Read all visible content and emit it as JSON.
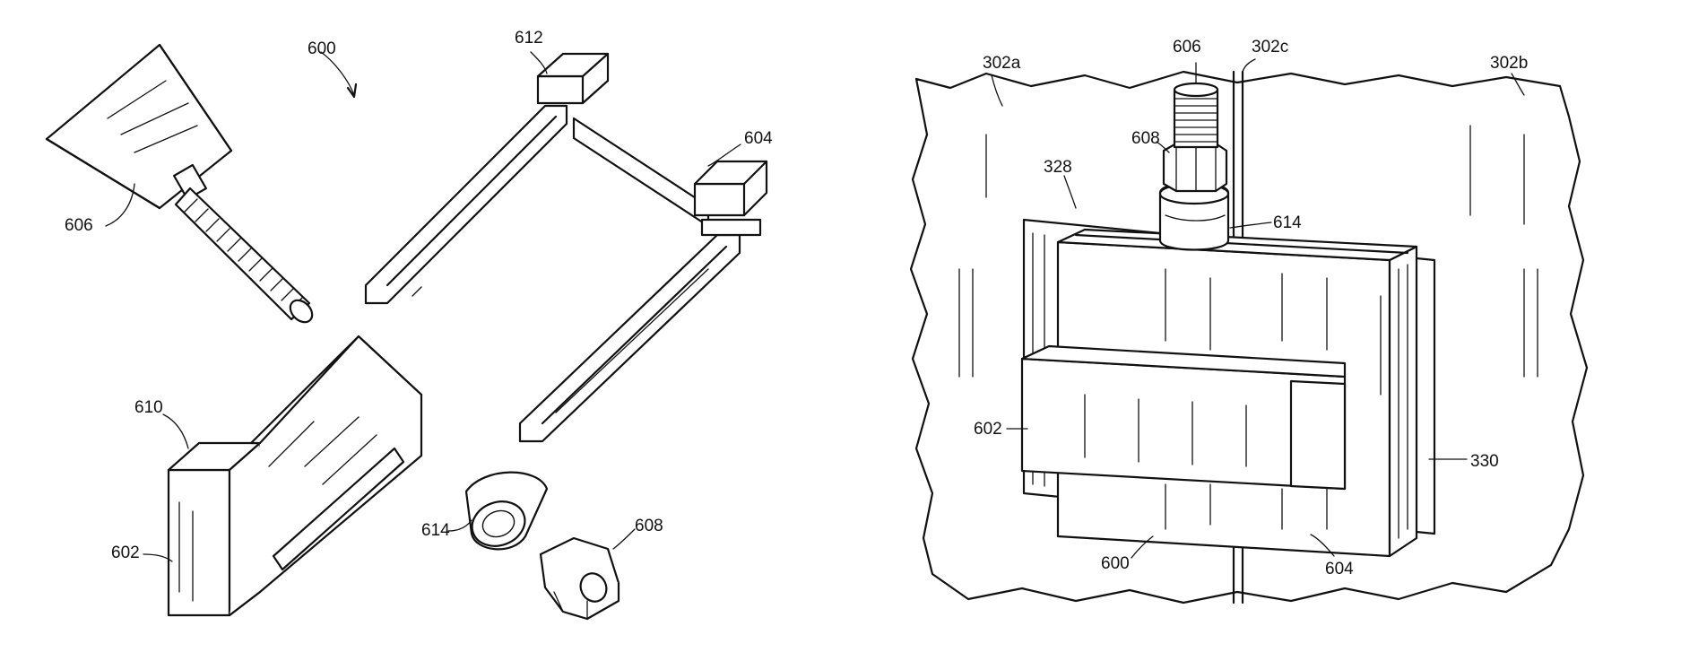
{
  "figure_left": {
    "labels": {
      "assembly": "600",
      "wedge_bolt": "606",
      "top_tab": "612",
      "frame": "604",
      "block": "610",
      "body": "602",
      "washer": "614",
      "nut": "608"
    }
  },
  "figure_right": {
    "labels": {
      "panel_left": "302a",
      "bolt": "606",
      "seam": "302c",
      "panel_right": "302b",
      "nut": "608",
      "rail": "328",
      "washer": "614",
      "body": "602",
      "side_plate": "330",
      "assembly": "600",
      "frame": "604"
    }
  },
  "colors": {
    "line": "#111111",
    "background": "#ffffff"
  }
}
